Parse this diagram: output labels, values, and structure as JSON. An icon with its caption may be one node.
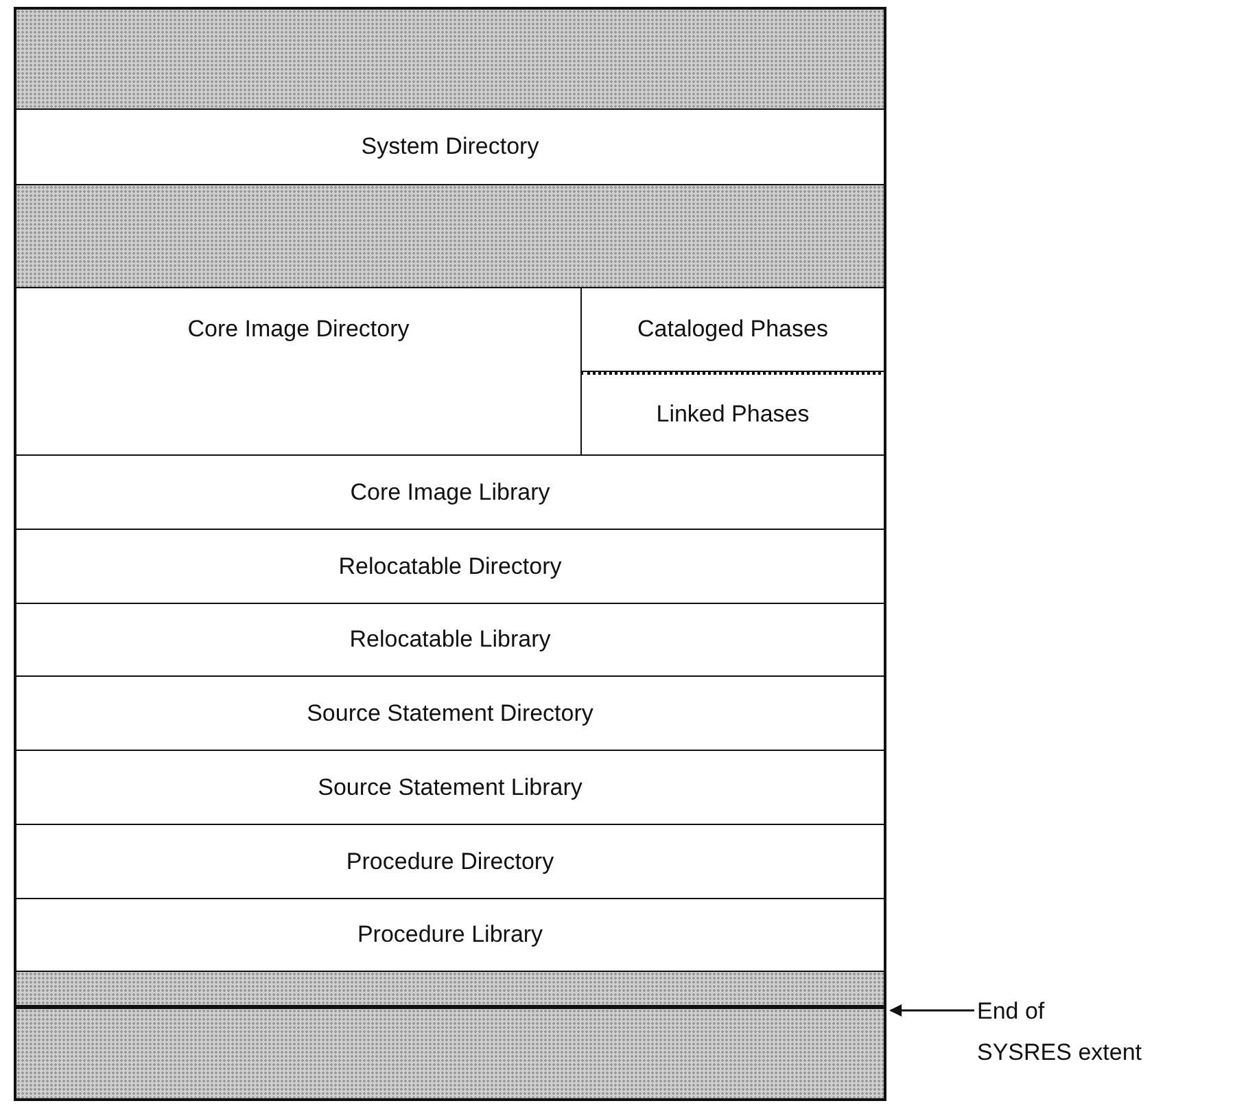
{
  "diagram": {
    "nodes": [
      {
        "text": [],
        "shape": "bar"
      },
      {
        "text": [
          "System Directory"
        ]
      },
      {
        "text": [],
        "shape": "bar"
      },
      {
        "text": [
          "Core Image Directory"
        ]
      },
      {
        "text": [
          "Cataloged Phases"
        ]
      },
      {
        "text": [
          "Linked Phases"
        ]
      },
      {
        "text": [
          "Core Image Library"
        ]
      },
      {
        "text": [
          "Relocatable Directory"
        ]
      },
      {
        "text": [
          "Relocatable Library"
        ]
      },
      {
        "text": [
          "Source Statement Directory"
        ]
      },
      {
        "text": [
          "Source Statement Library"
        ]
      },
      {
        "text": [
          "Procedure Directory"
        ]
      },
      {
        "text": [
          "Procedure Library"
        ]
      },
      {
        "text": [],
        "shape": "bar"
      },
      {
        "text": [],
        "shape": "bar"
      },
      {
        "text": [
          "End of SYSRES extent"
        ]
      }
    ],
    "edges": [
      {
        "from": 15,
        "to": 13,
        "arrow": "to"
      }
    ]
  }
}
